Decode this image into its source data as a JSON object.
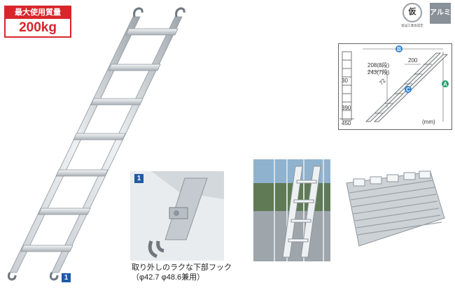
{
  "badge": {
    "title": "最大使用質量",
    "value": "200kg"
  },
  "certification": {
    "mark": "仮",
    "caption": "仮設工業会認定"
  },
  "material_badge": "アルミ",
  "diagram": {
    "dims": {
      "c208": "208(8段)",
      "c243": "243(7段)",
      "c200": "200",
      "c30": "30",
      "c72": "72",
      "c390": "390",
      "c450": "450"
    },
    "label_a": "A",
    "label_b": "B",
    "label_c": "C",
    "unit": "(mm)"
  },
  "callout_number": "1",
  "caption": {
    "line1": "取り外しのラクな下部フック",
    "line2": "（φ42.7  φ48.6兼用）"
  },
  "colors": {
    "badge_red": "#d8262b",
    "tag_blue": "#1f5aa6",
    "label_blue": "#2f7fd0",
    "label_green": "#1aa06a"
  }
}
